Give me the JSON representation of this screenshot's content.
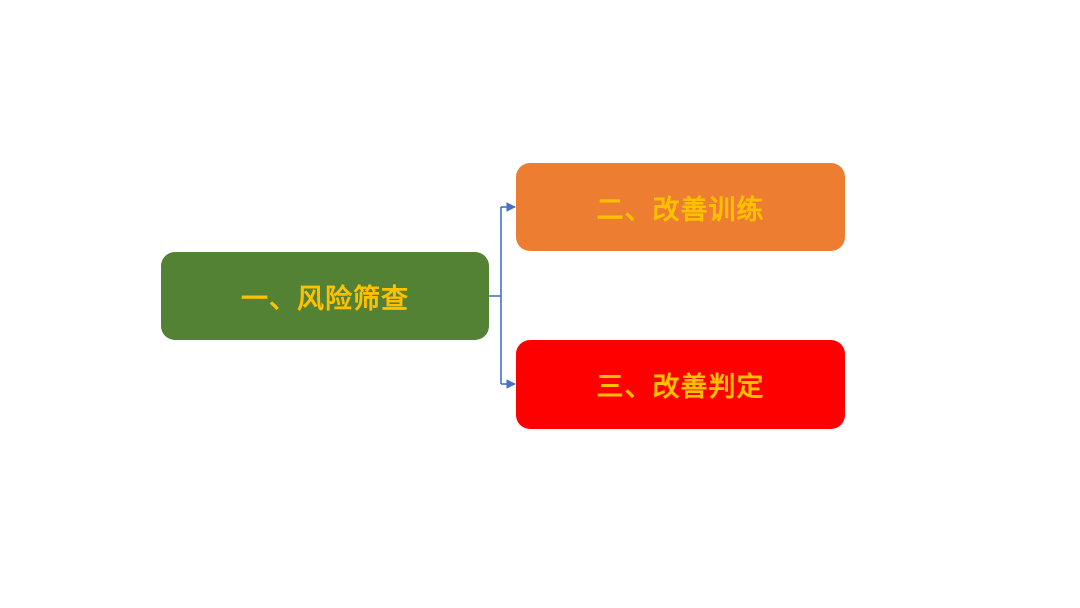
{
  "diagram": {
    "nodes": [
      {
        "id": "step-1",
        "label": "一、风险筛查",
        "fill": "#548235",
        "text_color": "#FFC000"
      },
      {
        "id": "step-2",
        "label": "二、改善训练",
        "fill": "#ED7D31",
        "text_color": "#FFC000"
      },
      {
        "id": "step-3",
        "label": "三、改善判定",
        "fill": "#FF0000",
        "text_color": "#FFC000"
      }
    ],
    "edges": [
      {
        "from": "step-1",
        "to": "step-2"
      },
      {
        "from": "step-1",
        "to": "step-3"
      }
    ],
    "connector_color": "#4472C4"
  }
}
